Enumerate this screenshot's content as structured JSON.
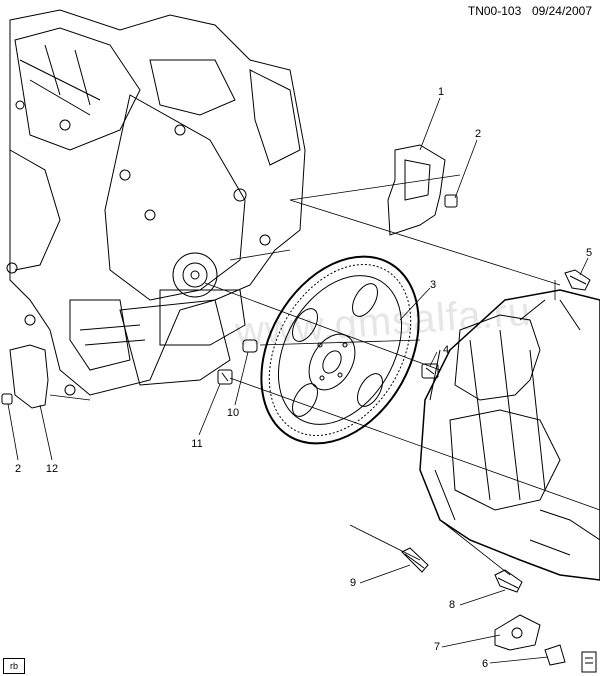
{
  "header": {
    "ref": "TN00-103",
    "date": "09/24/2007"
  },
  "corner_tag": "rb",
  "watermark": "www.gmsalfa.ru",
  "callouts": [
    {
      "n": "1"
    },
    {
      "n": "2"
    },
    {
      "n": "3"
    },
    {
      "n": "4"
    },
    {
      "n": "5"
    },
    {
      "n": "6"
    },
    {
      "n": "7"
    },
    {
      "n": "8"
    },
    {
      "n": "9"
    },
    {
      "n": "10"
    },
    {
      "n": "11"
    },
    {
      "n": "2"
    },
    {
      "n": "12"
    }
  ],
  "colors": {
    "line": "#000000",
    "paper": "#ffffff"
  }
}
